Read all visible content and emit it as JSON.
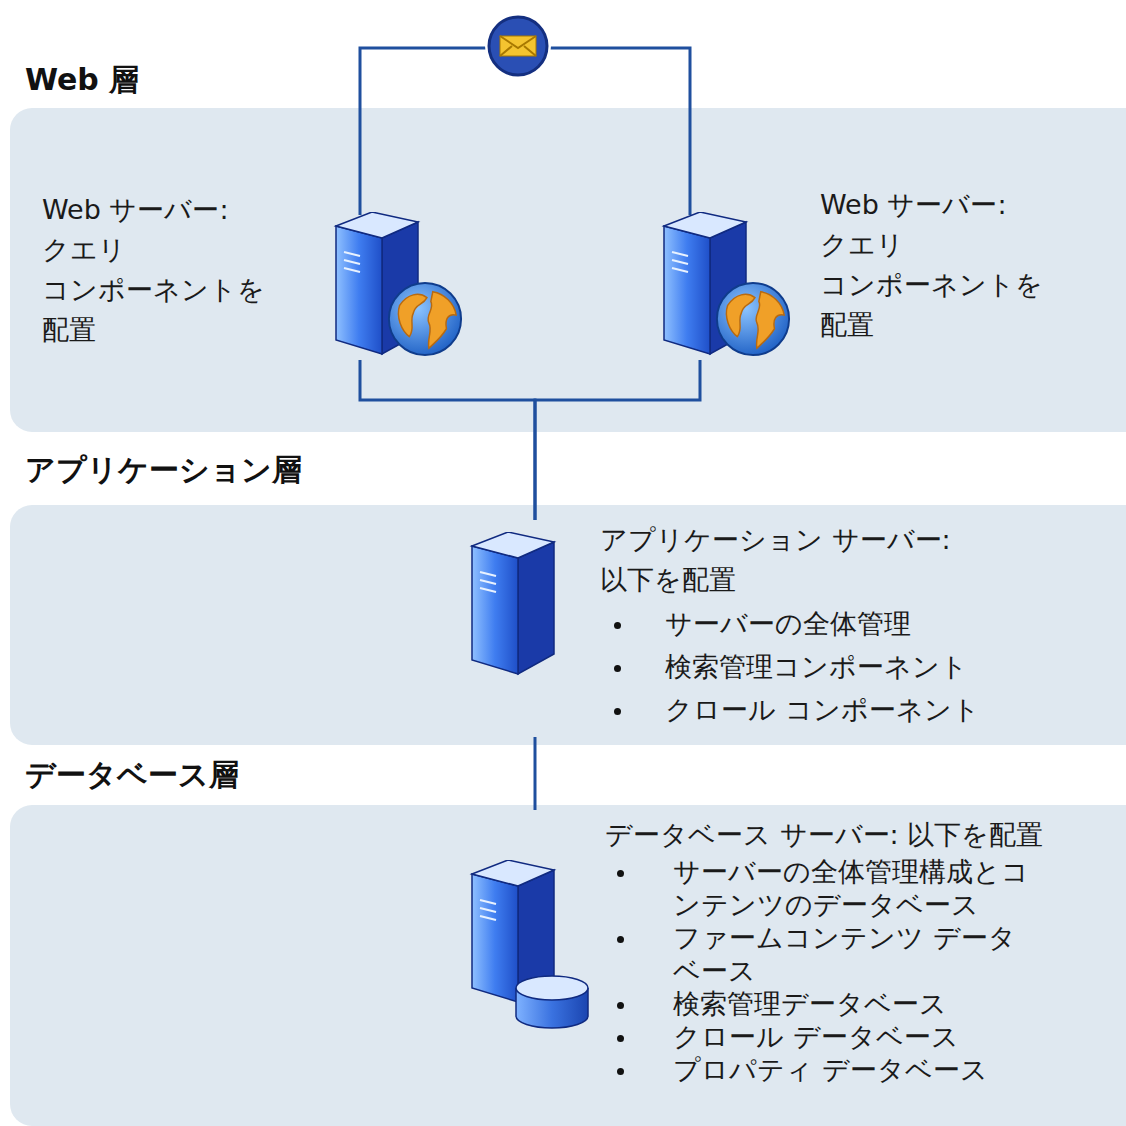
{
  "diagram": {
    "nodes": [
      {
        "text": [
          "Web 層"
        ]
      },
      {
        "text": [
          "Web サーバー: クエリ コンポーネントを 配置"
        ],
        "in": 0
      },
      {
        "text": [
          "Web サーバー: クエリ コンポーネントを 配置"
        ],
        "in": 0
      },
      {
        "text": [
          "アプリケーション層"
        ]
      },
      {
        "text": [
          "アプリケーション サーバー: 以下を配置",
          "サーバーの全体管理",
          "検索管理コンポーネント",
          "クロール コンポーネント"
        ],
        "in": 3
      },
      {
        "text": [
          "データベース層"
        ]
      },
      {
        "text": [
          "データベース サーバー: 以下を配置",
          "サーバーの全体管理構成とコ ンテンツのデータベース",
          "ファームコンテンツ データ ベース",
          "検索管理データベース",
          "クロール データベース",
          "プロパティ データベース"
        ],
        "in": 5
      }
    ],
    "edges": [
      {
        "from": 1,
        "to": 4,
        "arrow": "none"
      },
      {
        "from": 2,
        "to": 4,
        "arrow": "none"
      },
      {
        "from": 4,
        "to": 6,
        "arrow": "none"
      }
    ]
  }
}
